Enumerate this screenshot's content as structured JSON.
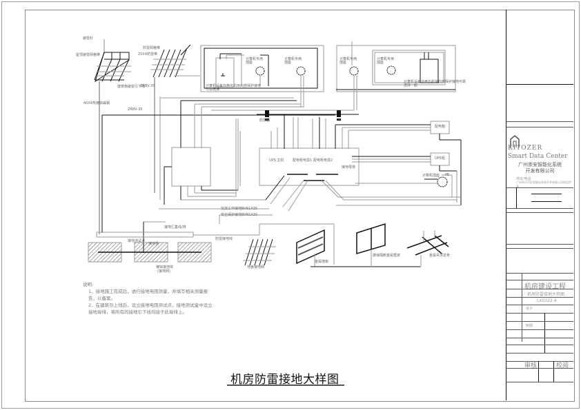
{
  "drawing": {
    "title": "机房防雷接地大样图",
    "notes_heading": "说明:",
    "notes": [
      "1、接地施工完成后，进行接地电阻测量，并填写相关测量报告，以备案。",
      "2、在建筑引上线后，设立接地电阻测试点，接地测试盒中设立接地母排，将所有的接地引下线均接于此母排上。"
    ],
    "labels": {
      "lightning_rod": "避雷针",
      "roof_lightning_belt": "屋顶避雷网格带",
      "roof_down_conductor": "建筑物避雷引下线",
      "lightning_belt_2": "防雷网格带",
      "bolt_25x4": "25X4防雷带",
      "zrbv_35_a": "ZRBV-35",
      "zrbv_35_b": "ZRBV-35",
      "steel_40x4": "40X4热镀锌扁钢",
      "computer_socket_1": "计算机专用插座",
      "computer_socket_2": "计算机专用插座",
      "computer_socket_3": "计算机专用插座",
      "computer_socket_4": "计算机专用插座",
      "equipment_ground_note_left": "计算机设备外壳与机房内部保护接地可靠连接",
      "equipment_ground_note_right": "计算机设备外壳与机房内部保护接地可靠连接一起",
      "spd_left": "防雷器",
      "spd_right": "N",
      "ups": "UPS 主机",
      "dist1": "配电柜电源1",
      "dist2": "配电柜电源2",
      "busbar": "接地母排",
      "box1": "配电箱",
      "box2": "UPS柜",
      "pe_socket": "计算机插座",
      "pe": "PE",
      "ac_work_ground": "交流工作接地BVR1X35",
      "safety_ground": "安全保护接地BVR1X35",
      "equip_ground_bus": "接地汇集线/排",
      "lightning_ground": "防雷接地线",
      "test_point": "接地测试点",
      "ground_electrode": "接地极",
      "ground_trench": "镀锌接地体",
      "ground_trench_2": "(接地网)",
      "floor_grid": "地板接地网",
      "wall_panel": "金属墙板",
      "window_frame": "玻璃隔断金属框架",
      "ceiling": "金属吊顶龙骨"
    }
  },
  "title_block": {
    "brand_en": "KITOZER",
    "tagline_en": "Smart Data Center",
    "company_line1": "广州崇安智能化系统",
    "company_line2": "开发有限公司",
    "addr_line1": "地址/电话",
    "addr_line2": "广州市天河区智能化系统开发有限公司电话传真",
    "project": "机房建设工程",
    "drawing_name": "机房防雷接地大样图",
    "drawing_no": "LX0322-4",
    "design_label": "设计",
    "drawing_label": "制图",
    "sign_label_1": "审核",
    "sign_label_2": "校阅"
  },
  "colors": {
    "line_dark": "#111111",
    "line_gray": "#9a9a9a",
    "text_gray": "#777777"
  }
}
